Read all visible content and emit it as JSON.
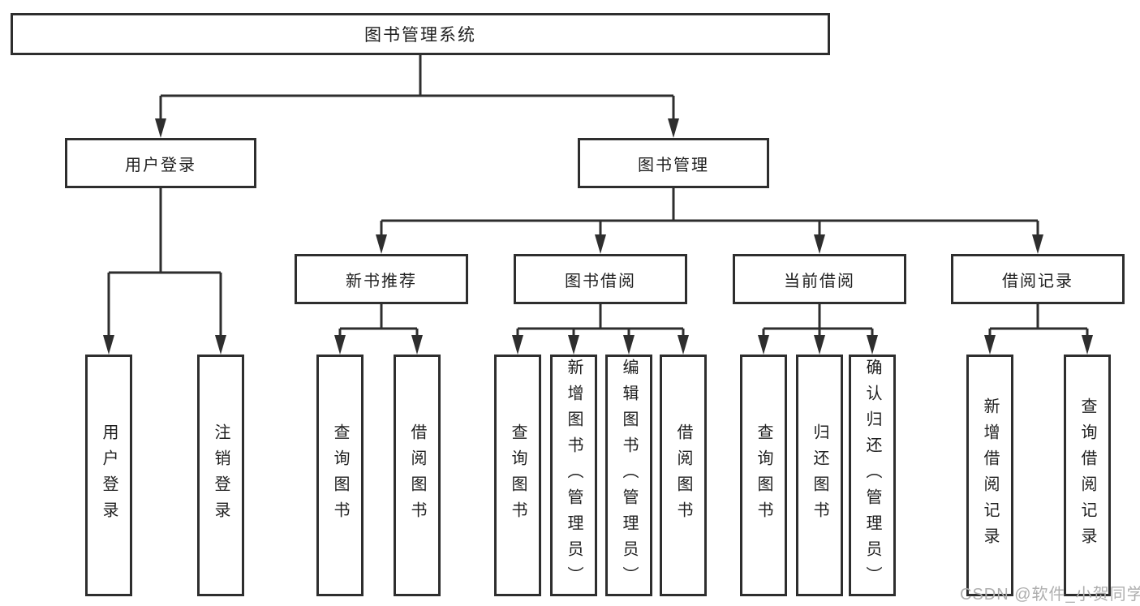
{
  "diagram": {
    "root": {
      "label": "图书管理系统"
    },
    "level2": [
      {
        "label": "用户登录"
      },
      {
        "label": "图书管理"
      }
    ],
    "level3": [
      {
        "label": "新书推荐"
      },
      {
        "label": "图书借阅"
      },
      {
        "label": "当前借阅"
      },
      {
        "label": "借阅记录"
      }
    ],
    "leaves": {
      "user_login": [
        "用户登录",
        "注销登录"
      ],
      "new_book": [
        "查询图书",
        "借阅图书"
      ],
      "book_borrow": [
        "查询图书",
        "新增图书（管理员）",
        "编辑图书（管理员）",
        "借阅图书"
      ],
      "current_borrow": [
        "查询图书",
        "归还图书",
        "确认归还（管理员）"
      ],
      "borrow_record": [
        "新增借阅记录",
        "查询借阅记录"
      ]
    }
  },
  "watermark": {
    "text": "CSDN @软件_小贺同学"
  },
  "colors": {
    "line": "#2e2e2e",
    "box_background": "#ffffff",
    "text": "#1f1f1f",
    "watermark": "#aeaeae"
  }
}
